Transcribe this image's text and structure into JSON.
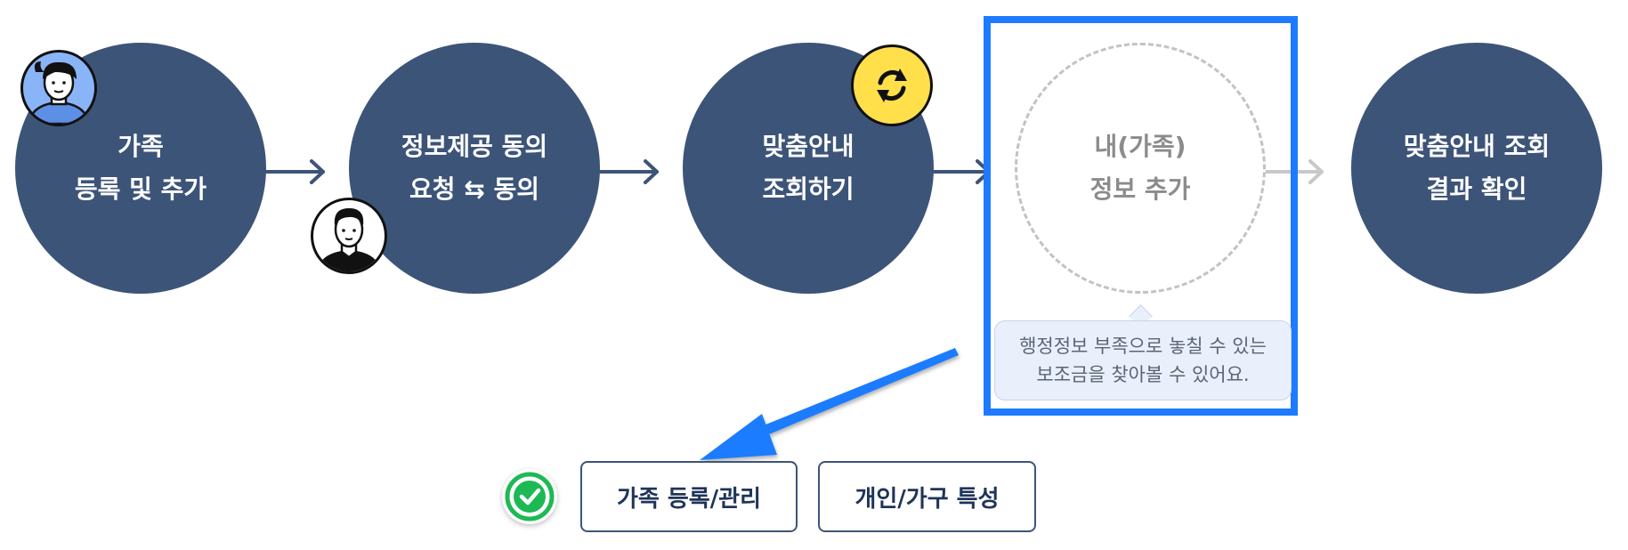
{
  "steps": [
    {
      "line1": "가족",
      "line2": "등록 및 추가"
    },
    {
      "line1": "정보제공 동의",
      "line2": "요청 ⇆ 동의"
    },
    {
      "line1": "맞춤안내",
      "line2": "조회하기"
    },
    {
      "line1": "내(가족)",
      "line2": "정보 추가"
    },
    {
      "line1": "맞춤안내 조회",
      "line2": "결과 확인"
    }
  ],
  "tooltip": {
    "line1": "행정정보 부족으로 놓칠 수 있는",
    "line2": "보조금을 찾아볼 수 있어요."
  },
  "buttons": {
    "family_manage": "가족 등록/관리",
    "household_traits": "개인/가구 특성"
  },
  "colors": {
    "step_fill": "#3d5479",
    "highlight": "#1e7bff",
    "check": "#1db954",
    "sync_badge": "#ffe04b",
    "ghost_text": "#8b8b8b"
  },
  "icons": [
    "woman-avatar-icon",
    "man-avatar-icon",
    "sync-icon",
    "check-circle-icon",
    "pointer-arrow-icon"
  ]
}
